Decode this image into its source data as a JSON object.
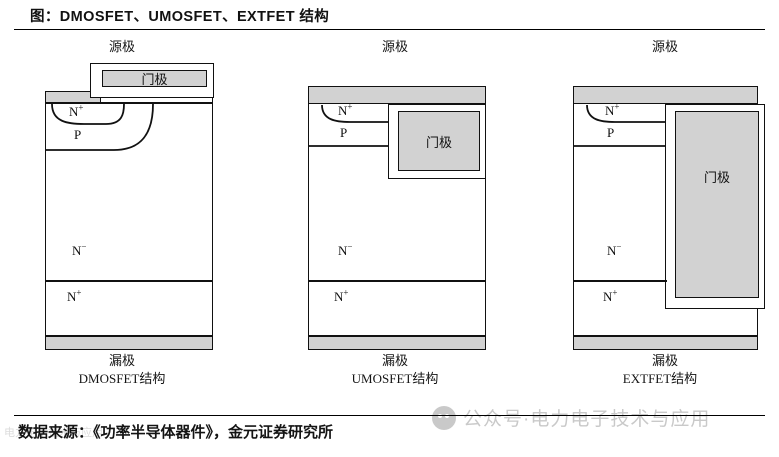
{
  "figure": {
    "title": "图：DMOSFET、UMOSFET、EXTFET 结构",
    "source_note": "数据来源：《功率半导体器件》，金元证券研究所"
  },
  "watermark": {
    "text": "公众号·电力电子技术与应用",
    "corner_text": "电力电子技术与应用",
    "logo_name": "wechat-logo"
  },
  "labels": {
    "source": "源极",
    "drain": "漏极",
    "gate": "门极",
    "n_plus": "N",
    "n_plus_sup": "+",
    "n_minus": "N",
    "n_minus_sup": "−",
    "p_body": "P"
  },
  "devices": [
    {
      "id": "dmosfet",
      "caption": "DMOSFET结构",
      "source_terminal": "源极",
      "drain_terminal": "漏极",
      "gate_label": "门极",
      "gate_type": "planar",
      "regions": [
        "N+",
        "P",
        "N−",
        "N+"
      ]
    },
    {
      "id": "umosfet",
      "caption": "UMOSFET结构",
      "source_terminal": "源极",
      "drain_terminal": "漏极",
      "gate_label": "门极",
      "gate_type": "trench",
      "regions": [
        "N+",
        "P",
        "N−",
        "N+"
      ]
    },
    {
      "id": "extfet",
      "caption": "EXTFET结构",
      "source_terminal": "源极",
      "drain_terminal": "漏极",
      "gate_label": "门极",
      "gate_type": "extended-trench",
      "regions": [
        "N+",
        "P",
        "N−",
        "N+"
      ]
    }
  ],
  "colors": {
    "metal_fill": "#d2d2d2",
    "outline": "#111111",
    "background": "#ffffff",
    "watermark": "#c9c9c9"
  }
}
